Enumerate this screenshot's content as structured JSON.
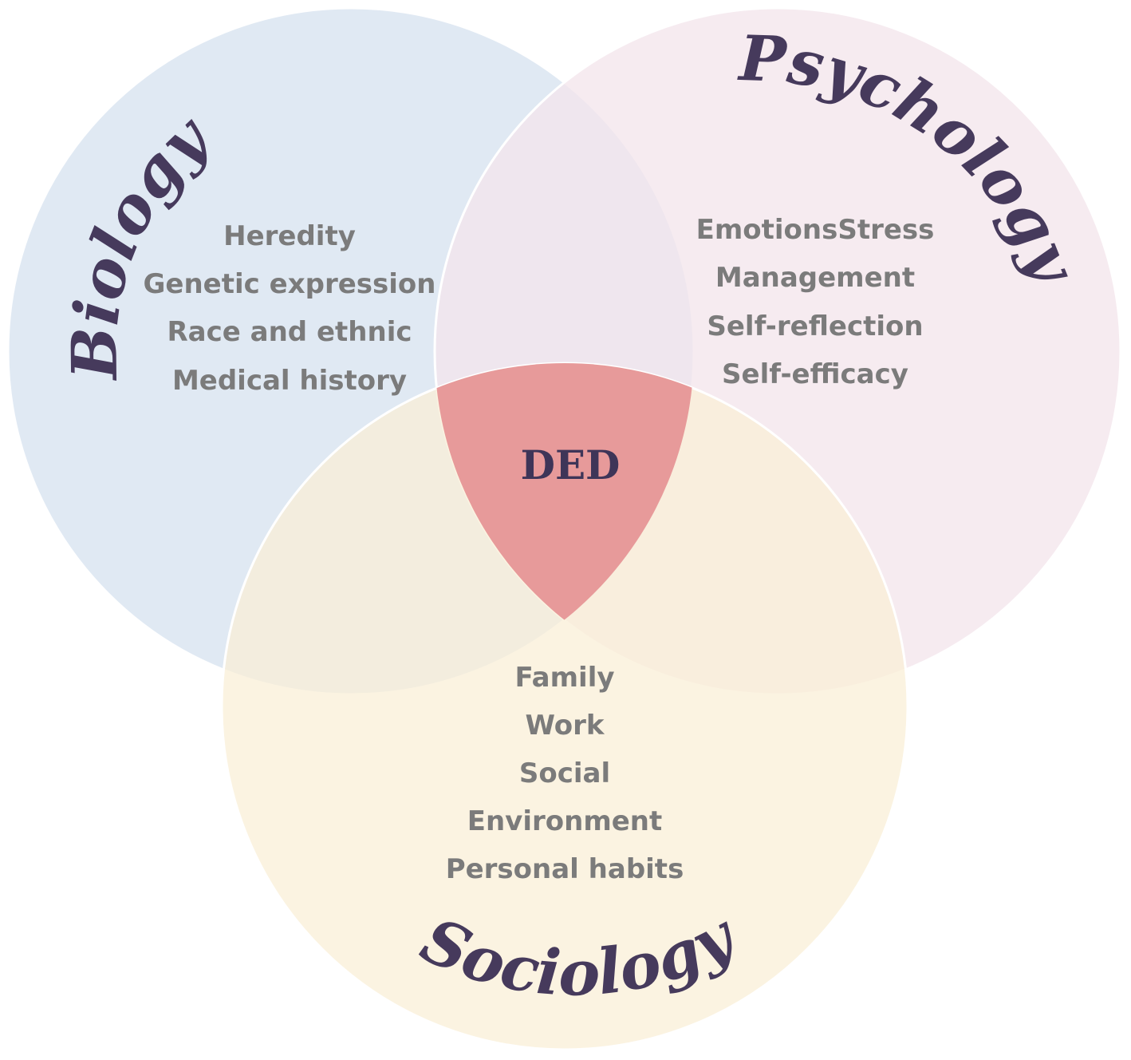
{
  "diagram": {
    "center_label": "DED",
    "circles": [
      {
        "key": "biology",
        "title": "Biology",
        "color": "#dde7f2",
        "items": [
          "Heredity",
          "Genetic expression",
          "Race and ethnic",
          "Medical history"
        ]
      },
      {
        "key": "psychology",
        "title": "Psychology",
        "color": "#f4e6ec",
        "items": [
          "EmotionsStress",
          "Management",
          "Self-reflection",
          "Self-efficacy"
        ]
      },
      {
        "key": "sociology",
        "title": "Sociology",
        "color": "#f9efd6",
        "items": [
          "Family",
          "Work",
          "Social",
          "Environment",
          "Personal habits"
        ]
      }
    ],
    "colors": {
      "center_overlap": "#e79a9a",
      "title_text": "#463a5c",
      "item_text": "#7b7b7b",
      "center_text": "#3e3558"
    }
  }
}
